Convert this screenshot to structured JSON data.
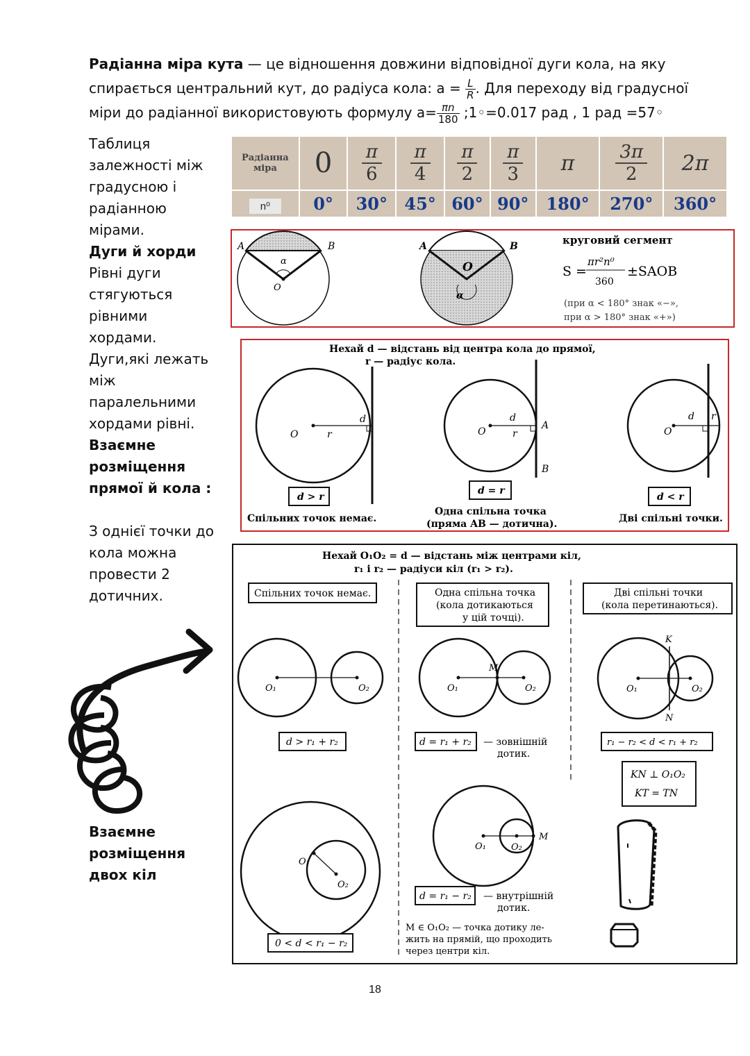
{
  "intro": {
    "term": "Радіанна міра кута",
    "line1_rest": " — це відношення довжини відповідної дуги кола, на яку",
    "line2_a": "спирається центральний кут, до радіуса кола: a = ",
    "frac1_num": "L",
    "frac1_den": "R",
    "line2_b": ". Для переходу від градусної",
    "line3_a": "міри до радіанної використовують формулу a=",
    "frac2_num": "πn",
    "frac2_den": "180",
    "line3_b": " ;1◦=0.017 рад , 1 рад =57◦"
  },
  "sidebar": {
    "table_caption": [
      "Таблиця",
      "залежності між",
      "градусною і",
      "радіанною",
      "мірами."
    ],
    "arcs_heading": "Дуги й хорди",
    "arcs_text": [
      "Рівні дуги",
      "стягуються",
      "рівними",
      "хордами.",
      "Дуги,які лежать",
      "між",
      "паралельними",
      "хордами рівні."
    ],
    "line_circle_heading": [
      "Взаємне",
      "розміщення",
      "прямої й кола :"
    ],
    "tangents_text": [
      "З однієї точки до",
      "кола можна",
      "провести 2",
      "дотичних."
    ],
    "two_circles_heading": [
      "Взаємне",
      "розміщення",
      "двох кіл"
    ]
  },
  "table": {
    "header_row_label": [
      "Радіанна",
      "міра"
    ],
    "header_col_label": "n⁰",
    "radians": [
      {
        "type": "plain",
        "text": "0"
      },
      {
        "type": "frac",
        "num": "π",
        "den": "6"
      },
      {
        "type": "frac",
        "num": "π",
        "den": "4"
      },
      {
        "type": "frac",
        "num": "π",
        "den": "2"
      },
      {
        "type": "frac",
        "num": "π",
        "den": "3"
      },
      {
        "type": "plain",
        "text": "π"
      },
      {
        "type": "frac",
        "num": "3π",
        "den": "2"
      },
      {
        "type": "plain",
        "text": "2π"
      }
    ],
    "degrees": [
      "0°",
      "30°",
      "45°",
      "60°",
      "90°",
      "180°",
      "270°",
      "360°"
    ]
  },
  "segment_box": {
    "label_a": "A",
    "label_b": "B",
    "label_o": "O",
    "label_alpha": "α",
    "title": "круговий сегмент",
    "formula_prefix": "S = ",
    "formula_num": "πr²n⁰",
    "formula_den": "360",
    "formula_suffix": " ±SAOB",
    "note_line1": "(при α < 180° знак «−»,",
    "note_line2": "при α > 180° знак «+»)"
  },
  "line_circle_box": {
    "intro_line1": "Нехай d — відстань від  центра кола до прямої,",
    "intro_line2": "r — радіус кола.",
    "case1_cond": "d > r",
    "case1_text": "Спільних точок немає.",
    "case2_cond": "d = r",
    "case2_text1": "Одна спільна точка",
    "case2_text2": "(пряма AB — дотична).",
    "case3_cond": "d < r",
    "case3_text": "Дві спільні точки.",
    "label_o": "O",
    "label_r": "r",
    "label_d": "d",
    "label_a": "A",
    "label_b": "B"
  },
  "two_circles_box": {
    "intro_line1": "Нехай O₁O₂ = d — відстань між центрами кіл,",
    "intro_line2": "r₁ і r₂ — радіуси кіл (r₁ > r₂).",
    "col1_title": "Спільних точок немає.",
    "col2_title": [
      "Одна спільна точка",
      "(кола дотикаються",
      "у цій точці)."
    ],
    "col3_title": [
      "Дві спільні точки",
      "(кола перетинаються)."
    ],
    "cond1": "d > r₁ + r₂",
    "cond2": "d = r₁ + r₂",
    "cond2_note": [
      "— зовнішній",
      "дотик."
    ],
    "cond3": "r₁ − r₂ < d < r₁ + r₂",
    "kn_line1": "KN ⊥ O₁O₂",
    "kn_line2": "KT = TN",
    "cond4": "d = r₁ − r₂",
    "cond4_note": [
      "— внутрішній",
      "дотик."
    ],
    "cond5": "0 < d < r₁ − r₂",
    "m_note": [
      "M ∈ O₁O₂ — точка дотику ле-",
      "жить на прямій, що проходить",
      "через центри кіл."
    ],
    "label_o1": "O₁",
    "label_o2": "O₂",
    "label_m": "M",
    "label_k": "K",
    "label_n": "N"
  },
  "page_number": "18"
}
